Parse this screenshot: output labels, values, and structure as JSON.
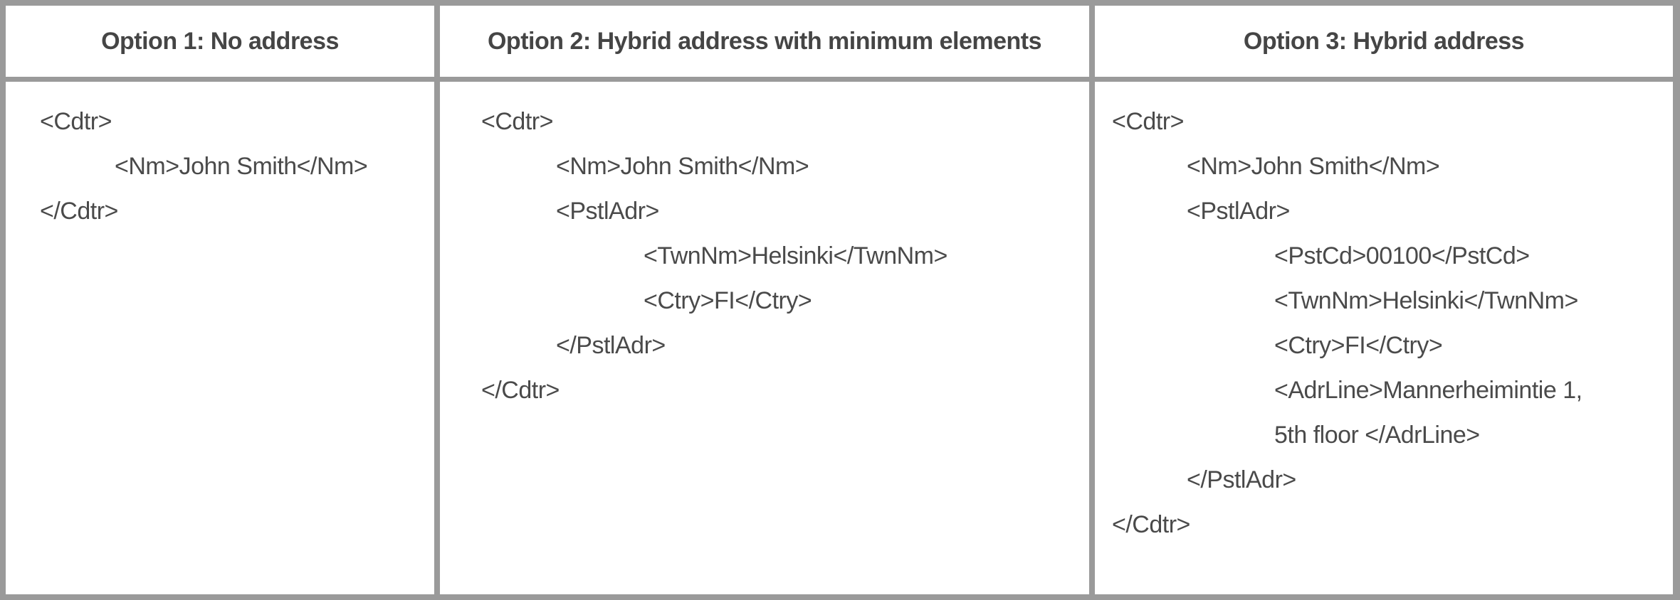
{
  "colors": {
    "border": "#9a9a9a",
    "text": "#4a4a4a",
    "background": "#ffffff"
  },
  "table": {
    "columns": [
      {
        "header": "Option 1: No address",
        "code_lines": [
          {
            "indent": 0,
            "text": "<Cdtr>"
          },
          {
            "indent": 1,
            "text": "<Nm>John Smith</Nm>"
          },
          {
            "indent": 0,
            "text": "</Cdtr>"
          }
        ]
      },
      {
        "header": "Option 2: Hybrid address with minimum elements",
        "code_lines": [
          {
            "indent": 0,
            "text": "<Cdtr>"
          },
          {
            "indent": 1,
            "text": "<Nm>John Smith</Nm>"
          },
          {
            "indent": 1,
            "text": "<PstlAdr>"
          },
          {
            "indent": 2,
            "text": "<TwnNm>Helsinki</TwnNm>"
          },
          {
            "indent": 2,
            "text": "<Ctry>FI</Ctry>"
          },
          {
            "indent": 1,
            "text": "</PstlAdr>"
          },
          {
            "indent": 0,
            "text": "</Cdtr>"
          }
        ]
      },
      {
        "header": "Option 3: Hybrid address",
        "code_lines": [
          {
            "indent": 0,
            "text": "<Cdtr>"
          },
          {
            "indent": 1,
            "text": "<Nm>John Smith</Nm>"
          },
          {
            "indent": 1,
            "text": "<PstlAdr>"
          },
          {
            "indent": 2,
            "text": "<PstCd>00100</PstCd>"
          },
          {
            "indent": 2,
            "text": "<TwnNm>Helsinki</TwnNm>"
          },
          {
            "indent": 2,
            "text": "<Ctry>FI</Ctry>"
          },
          {
            "indent": 2,
            "text": "<AdrLine>Mannerheimintie 1,"
          },
          {
            "indent": 2,
            "text": "5th floor </AdrLine>"
          },
          {
            "indent": 1,
            "text": "</PstlAdr>"
          },
          {
            "indent": 0,
            "text": "</Cdtr>"
          }
        ]
      }
    ]
  }
}
